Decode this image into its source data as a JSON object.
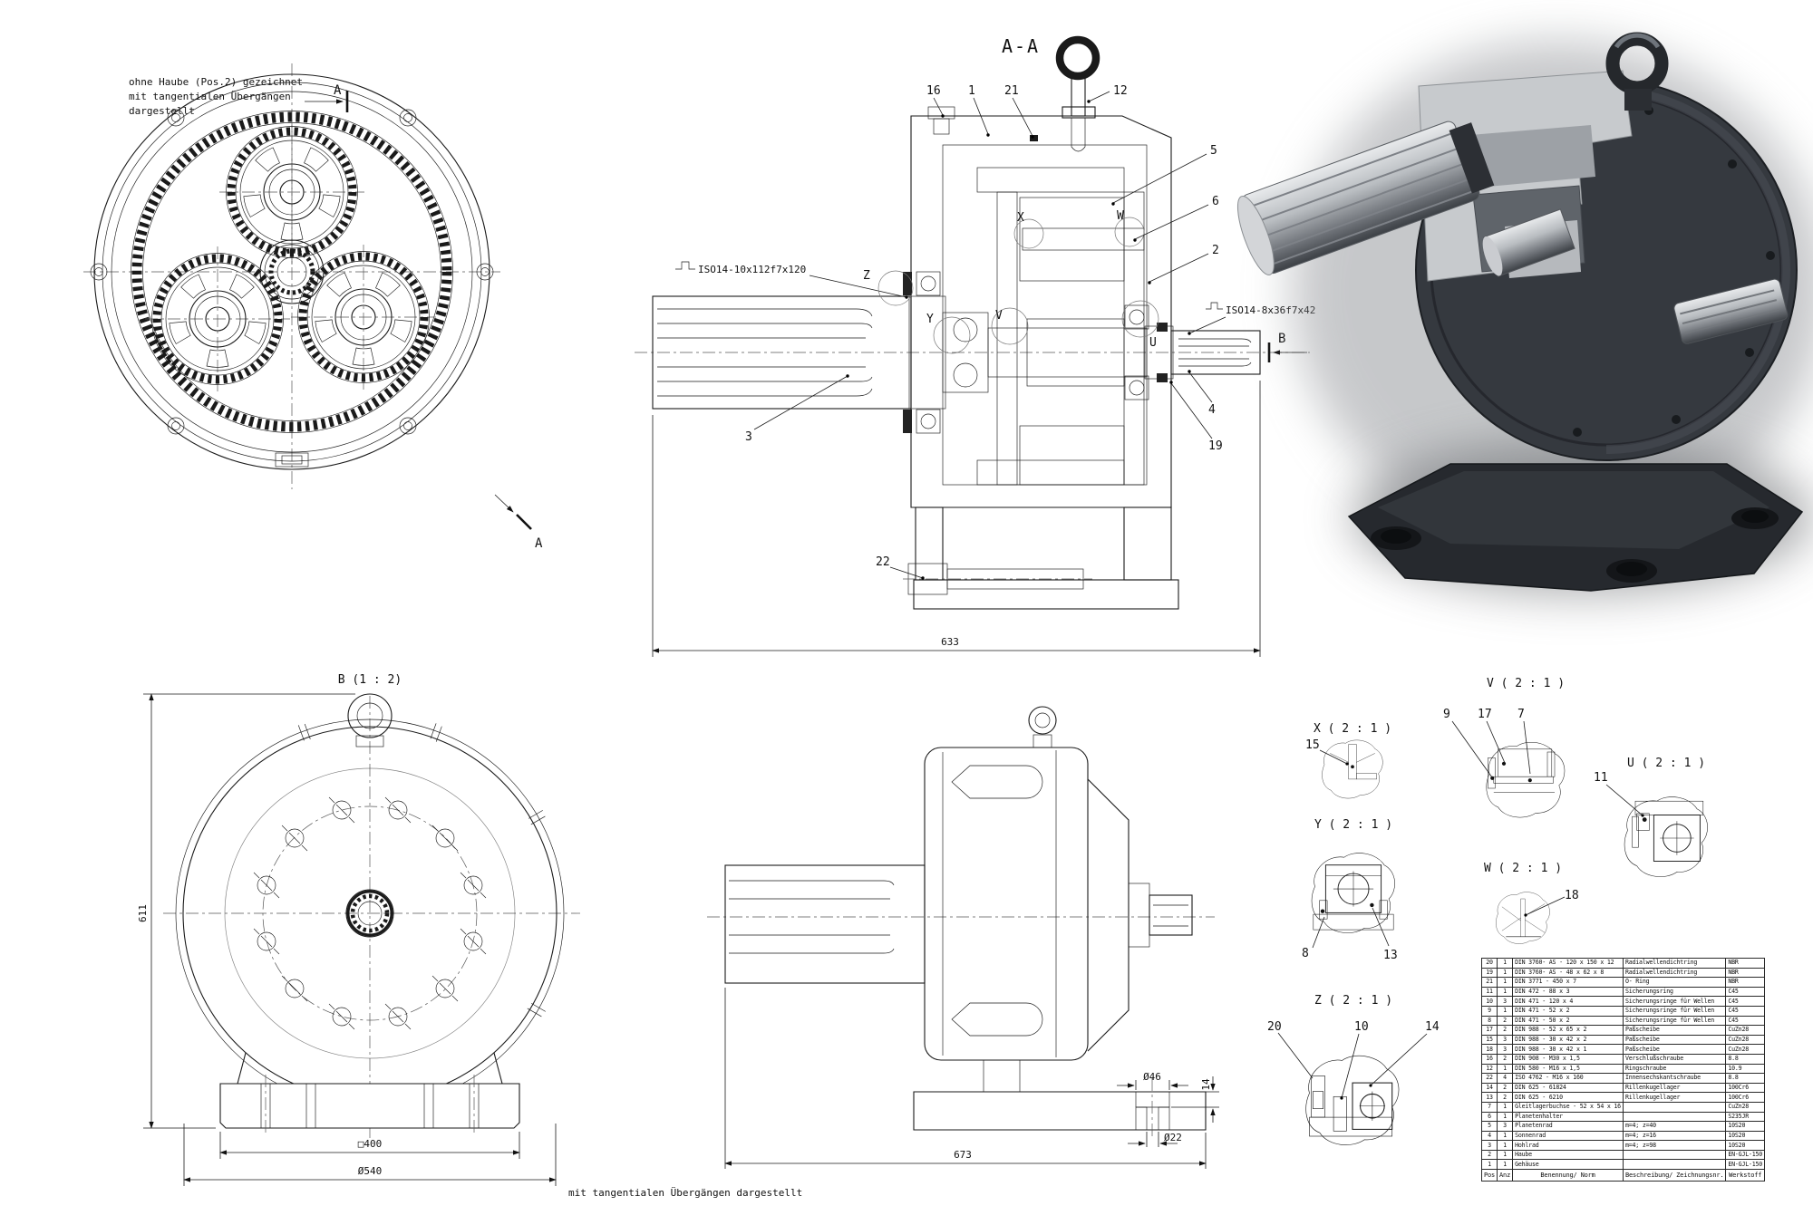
{
  "notes": {
    "line1": "ohne Haube (Pos.2) gezeichnet",
    "line2": "mit tangentialen Übergängen",
    "line3": "dargestellt",
    "bottom": "mit tangentialen Übergängen dargestellt"
  },
  "labels": {
    "section_title": "A-A",
    "marker_a": "A",
    "marker_b": "B",
    "view_b_title": "B (1 : 2)",
    "spline_input": "ISO14-10x112f7x120",
    "spline_output": "ISO14-8x36f7x42"
  },
  "dims": {
    "d633": "633",
    "d673": "673",
    "d611": "611",
    "sq400": "□400",
    "dia540": "Ø540",
    "dia46": "Ø46",
    "dia22": "Ø22",
    "d14": "14"
  },
  "section_callouts": {
    "n16": "16",
    "n1": "1",
    "n21": "21",
    "n12": "12",
    "n5": "5",
    "n6": "6",
    "n2": "2",
    "n3": "3",
    "n4": "4",
    "n19": "19",
    "n22": "22"
  },
  "detail_letters": {
    "x": "X",
    "y": "Y",
    "z": "Z",
    "v": "V",
    "u": "U",
    "w": "W"
  },
  "details": {
    "x": {
      "title": "X ( 2 : 1 )",
      "c15": "15"
    },
    "y": {
      "title": "Y ( 2 : 1 )",
      "c8": "8",
      "c13": "13"
    },
    "z": {
      "title": "Z ( 2 : 1 )",
      "c20": "20",
      "c10": "10",
      "c14": "14"
    },
    "v": {
      "title": "V ( 2 : 1 )",
      "c9": "9",
      "c17": "17",
      "c7": "7"
    },
    "u": {
      "title": "U ( 2 : 1 )",
      "c11": "11"
    },
    "w": {
      "title": "W ( 2 : 1 )",
      "c18": "18"
    }
  },
  "parts_list": {
    "headers": {
      "pos": "Pos",
      "anz": "Anz",
      "ben": "Benennung/ Norm",
      "bes": "Beschreibung/ Zeichnungsnr.",
      "wst": "Werkstoff"
    },
    "rows": [
      {
        "pos": "20",
        "anz": "1",
        "ben": "DIN 3760- AS - 120 x 150 x 12",
        "bes": "Radialwellendichtring",
        "wst": "NBR"
      },
      {
        "pos": "19",
        "anz": "1",
        "ben": "DIN 3760- AS - 48 x 62 x 8",
        "bes": "Radialwellendichtring",
        "wst": "NBR"
      },
      {
        "pos": "21",
        "anz": "1",
        "ben": "DIN 3771 - 450 x 7",
        "bes": "O- Ring",
        "wst": "NBR"
      },
      {
        "pos": "11",
        "anz": "1",
        "ben": "DIN 472 - 88 x 3",
        "bes": "Sicherungsring",
        "wst": "C45"
      },
      {
        "pos": "10",
        "anz": "3",
        "ben": "DIN 471 - 120 x 4",
        "bes": "Sicherungsringe für Wellen",
        "wst": "C45"
      },
      {
        "pos": "9",
        "anz": "1",
        "ben": "DIN 471 - 52 x 2",
        "bes": "Sicherungsringe für Wellen",
        "wst": "C45"
      },
      {
        "pos": "8",
        "anz": "2",
        "ben": "DIN 471 - 50 x 2",
        "bes": "Sicherungsringe für Wellen",
        "wst": "C45"
      },
      {
        "pos": "17",
        "anz": "2",
        "ben": "DIN 988 - 52 x 65 x 2",
        "bes": "Paßscheibe",
        "wst": "CuZn28"
      },
      {
        "pos": "15",
        "anz": "3",
        "ben": "DIN 988 - 30 x 42 x 2",
        "bes": "Paßscheibe",
        "wst": "CuZn28"
      },
      {
        "pos": "18",
        "anz": "3",
        "ben": "DIN 988 - 30 x 42 x 1",
        "bes": "Paßscheibe",
        "wst": "CuZn28"
      },
      {
        "pos": "16",
        "anz": "2",
        "ben": "DIN 908 - M30 x 1,5",
        "bes": "Verschlußschraube",
        "wst": "8.8"
      },
      {
        "pos": "12",
        "anz": "1",
        "ben": "DIN 580 - M16 x 1,5",
        "bes": "Ringschraube",
        "wst": "10.9"
      },
      {
        "pos": "22",
        "anz": "4",
        "ben": "ISO 4762 - M16 x 160",
        "bes": "Innensechskantschraube",
        "wst": "8.8"
      },
      {
        "pos": "14",
        "anz": "2",
        "ben": "DIN 625 - 61824",
        "bes": "Rillenkugellager",
        "wst": "100Cr6"
      },
      {
        "pos": "13",
        "anz": "2",
        "ben": "DIN 625 - 6210",
        "bes": "Rillenkugellager",
        "wst": "100Cr6"
      },
      {
        "pos": "7",
        "anz": "1",
        "ben": "Gleitlagerbuchse - 52 x 54 x 16",
        "bes": "",
        "wst": "CuZn28"
      },
      {
        "pos": "6",
        "anz": "1",
        "ben": "Planetenhalter",
        "bes": "",
        "wst": "S235JR"
      },
      {
        "pos": "5",
        "anz": "3",
        "ben": "Planetenrad",
        "bes": "m=4; z=40",
        "wst": "10S20"
      },
      {
        "pos": "4",
        "anz": "1",
        "ben": "Sonnenrad",
        "bes": "m=4; z=16",
        "wst": "10S20"
      },
      {
        "pos": "3",
        "anz": "1",
        "ben": "Hohlrad",
        "bes": "m=4; z=98",
        "wst": "10S20"
      },
      {
        "pos": "2",
        "anz": "1",
        "ben": "Haube",
        "bes": "",
        "wst": "EN-GJL-150"
      },
      {
        "pos": "1",
        "anz": "1",
        "ben": "Gehäuse",
        "bes": "",
        "wst": "EN-GJL-150"
      }
    ]
  }
}
